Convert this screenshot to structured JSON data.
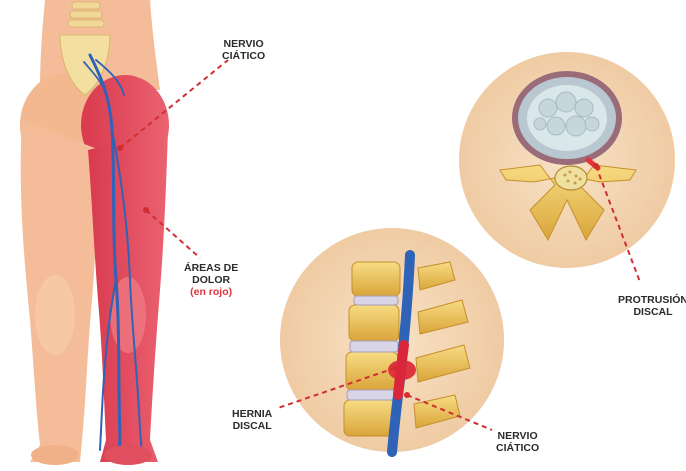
{
  "labels": {
    "nervio_top": {
      "line1": "NERVIO",
      "line2": "CIÁTICO"
    },
    "areas": {
      "line1": "ÁREAS DE",
      "line2": "DOLOR",
      "line3": "(en rojo)"
    },
    "protrusion": {
      "line1": "PROTRUSIÓN",
      "line2": "DISCAL"
    },
    "hernia": {
      "line1": "HERNIA",
      "line2": "DISCAL"
    },
    "nervio_bottom": {
      "line1": "NERVIO",
      "line2": "CIÁTICO"
    }
  },
  "colors": {
    "skin": "#f2b48e",
    "skin_light": "#f7c9a8",
    "pain": "#e24a5a",
    "nerve": "#2f63b8",
    "leader": "#d22e32",
    "bone": "#f0c65a",
    "disc_gray": "#b8c9cf",
    "circle_bg": "#f4d7b5"
  }
}
